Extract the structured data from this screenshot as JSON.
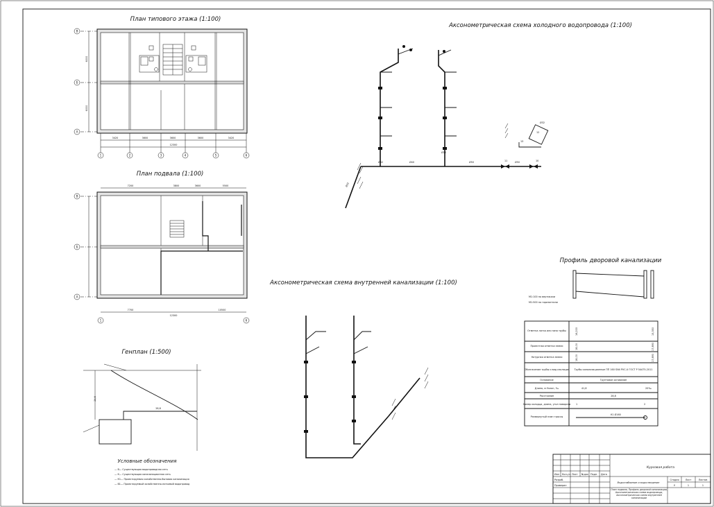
{
  "titles": {
    "floor_plan": "План типового этажа (1:100)",
    "basement_plan": "План подвала (1:100)",
    "site_plan": "Генплан (1:500)",
    "cold_water_axo": "Аксонометрическая схема холодного водопровода (1:100)",
    "sewer_axo": "Аксонометрическая схема внутренней канализации (1:100)",
    "yard_sewer_profile": "Профиль дворовой канализации"
  },
  "floor_plan": {
    "row_axes": [
      "В",
      "Б",
      "А"
    ],
    "col_axes": [
      "1",
      "2",
      "3",
      "4",
      "5",
      "6"
    ],
    "dims_bottom": [
      "3420",
      "3600",
      "3600",
      "3600",
      "3420"
    ],
    "dim_total": "12300",
    "dims_side": [
      "6000",
      "6000"
    ]
  },
  "basement_plan": {
    "row_axes": [
      "В",
      "Б",
      "А"
    ],
    "col_axes": [
      "1",
      "6"
    ],
    "dims_top": [
      "7200",
      "3800",
      "3600",
      "5500"
    ],
    "dims_bottom": [
      "7700",
      "12300",
      "10500"
    ]
  },
  "cold_water": {
    "diam_labels": [
      "Ø32",
      "Ø40",
      "Ø50",
      "Ø50",
      "Ø32",
      "Ø32",
      "Ø32"
    ],
    "node_labels": [
      "11",
      "10",
      "12",
      "13"
    ]
  },
  "profile": {
    "scale_notes": [
      "М1:100 по вертикали",
      "М1:500 по горизонтали"
    ],
    "row_labels": [
      "Отметка лотка или низа трубы",
      "Проектная отметка земли",
      "Натурная отметка земли",
      "Обозначение трубы и вид изоляции",
      "Основание",
      "Длина, м  Уклон, ‰",
      "Расстояние",
      "Номер колодца, длина, угол поворота",
      "Развернутый план трассы"
    ],
    "values": {
      "lotok_left": "16,200",
      "lotok_right": "15,350",
      "proj_left": "18,00",
      "proj_right": "17,890",
      "nat_left": "18,00",
      "nat_right": "17,890",
      "pipe": "Трубы канализационные ПП 160 SN4 PVC-U ГОСТ Р 54475-2011",
      "base": "Грунтовое основание",
      "length": "41,8",
      "slope": "20‰",
      "distance": "28,8",
      "well_1": "1",
      "well_2": "2",
      "plan_label": "К1 Ø160"
    }
  },
  "legend": {
    "title": "Условные обозначения",
    "items": [
      "— В— Существующая водопроводная сеть",
      "— К— Существующая канализационная сеть",
      "— К1— Проектируемая хозяйственно-бытовая канализация",
      "— В1— Проектируемый хозяйственно-питьевой водопровод"
    ]
  },
  "title_block": {
    "work_type": "Курсовая работа",
    "subject": "Водоснабжение и водоотведение",
    "sheet_desc": "План подвала, Профиль дворовой канализации, Аксонометрическая схема водопровода, Аксонометрическая схема внутренней канализации",
    "col_headers": [
      "Изм",
      "Кол.уч",
      "Лист",
      "№док",
      "Подп.",
      "Дата"
    ],
    "roles": [
      "Разраб.",
      "Проверил"
    ],
    "stage_headers": [
      "Стадия",
      "Лист",
      "Листов"
    ],
    "stage_values": [
      "У",
      "1",
      "1"
    ]
  }
}
